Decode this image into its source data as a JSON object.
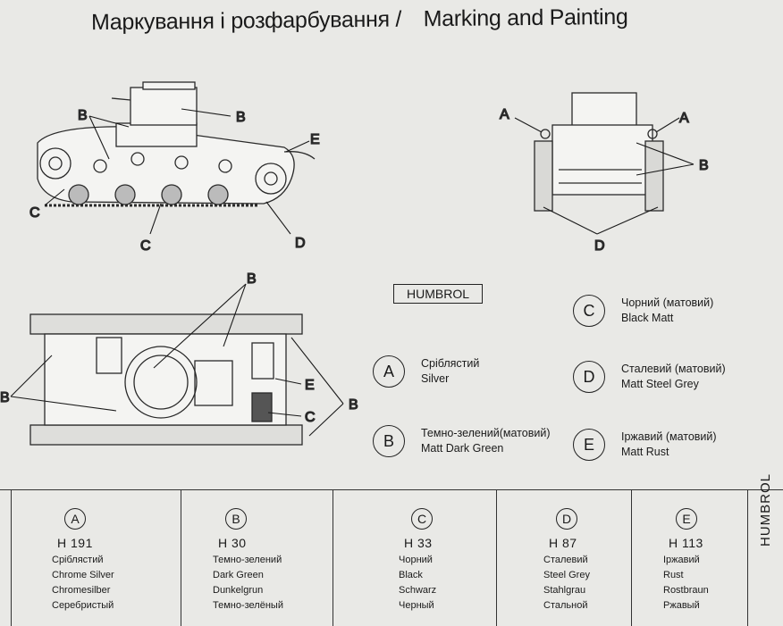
{
  "title": {
    "ukrainian": "Маркування і розфарбування /",
    "english": "Marking and Painting"
  },
  "callouts": {
    "side": [
      "B",
      "B",
      "E",
      "C",
      "C",
      "D"
    ],
    "front": [
      "A",
      "A",
      "B",
      "D"
    ],
    "top": [
      "B",
      "B",
      "E",
      "C",
      "B"
    ]
  },
  "humbrol_label": "HUMBROL",
  "legend": [
    {
      "letter": "A",
      "lines": [
        "Сріблястий",
        "Silver"
      ]
    },
    {
      "letter": "B",
      "lines": [
        "Темно-зелений(матовий)",
        "Matt Dark Green"
      ]
    },
    {
      "letter": "C",
      "lines": [
        "Чорний (матовий)",
        "Black Matt"
      ]
    },
    {
      "letter": "D",
      "lines": [
        "Сталевий (матовий)",
        "Matt Steel Grey"
      ]
    },
    {
      "letter": "E",
      "lines": [
        "Іржавий (матовий)",
        "Matt Rust"
      ]
    }
  ],
  "paints": [
    {
      "letter": "A",
      "code": "H 191",
      "names": [
        "Сріблястий",
        "Chrome Silver",
        "Chromesilber",
        "Серебристый"
      ]
    },
    {
      "letter": "B",
      "code": "H 30",
      "names": [
        "Темно-зелений",
        "Dark Green",
        "Dunkelgrun",
        "Темно-зелёный"
      ]
    },
    {
      "letter": "C",
      "code": "H 33",
      "names": [
        "Чорний",
        "Black",
        "Schwarz",
        "Черный"
      ]
    },
    {
      "letter": "D",
      "code": "H 87",
      "names": [
        "Сталевий",
        "Steel Grey",
        "Stahlgrau",
        "Стальной"
      ]
    },
    {
      "letter": "E",
      "code": "H 113",
      "names": [
        "Іржавий",
        "Rust",
        "Rostbraun",
        "Ржавый"
      ]
    }
  ],
  "brand_vertical": "HUMBROL"
}
